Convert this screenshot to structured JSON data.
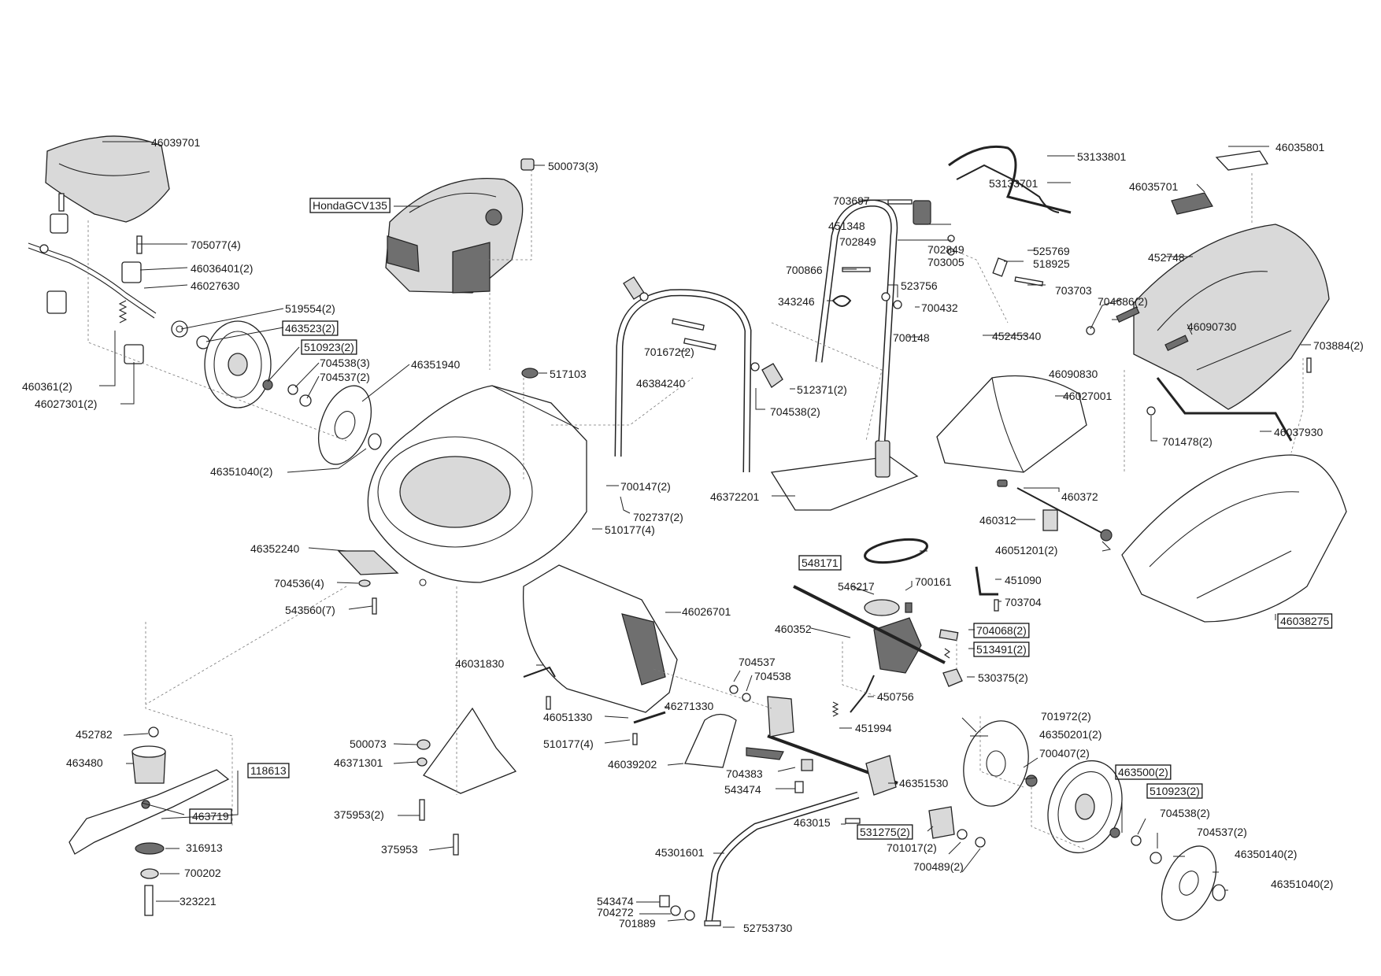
{
  "labels": [
    {
      "id": "l1",
      "text": "46039701"
    },
    {
      "id": "l2",
      "text": "705077(4)"
    },
    {
      "id": "l3",
      "text": "46036401(2)"
    },
    {
      "id": "l4",
      "text": "46027630"
    },
    {
      "id": "l5",
      "text": "519554(2)"
    },
    {
      "id": "l6",
      "text": "463523(2)",
      "boxed": true
    },
    {
      "id": "l7",
      "text": "510923(2)",
      "boxed": true
    },
    {
      "id": "l8",
      "text": "704538(3)"
    },
    {
      "id": "l9",
      "text": "704537(2)"
    },
    {
      "id": "l10",
      "text": "46351940"
    },
    {
      "id": "l11",
      "text": "460361(2)"
    },
    {
      "id": "l12",
      "text": "46027301(2)"
    },
    {
      "id": "l13",
      "text": "46351040(2)"
    },
    {
      "id": "l14",
      "text": "HondaGCV135",
      "boxed": true
    },
    {
      "id": "l15",
      "text": "500073(3)"
    },
    {
      "id": "l16",
      "text": "517103"
    },
    {
      "id": "l17",
      "text": "46352240"
    },
    {
      "id": "l18",
      "text": "704536(4)"
    },
    {
      "id": "l19",
      "text": "543560(7)"
    },
    {
      "id": "l20",
      "text": "700147(2)"
    },
    {
      "id": "l21",
      "text": "702737(2)"
    },
    {
      "id": "l22",
      "text": "510177(4)"
    },
    {
      "id": "l23",
      "text": "701672(2)"
    },
    {
      "id": "l24",
      "text": "46384240"
    },
    {
      "id": "l25",
      "text": "512371(2)"
    },
    {
      "id": "l26",
      "text": "704538(2)"
    },
    {
      "id": "l27",
      "text": "46372201"
    },
    {
      "id": "l28",
      "text": "703697"
    },
    {
      "id": "l29",
      "text": "451348"
    },
    {
      "id": "l30",
      "text": "702849"
    },
    {
      "id": "l31",
      "text": "702849"
    },
    {
      "id": "l32",
      "text": "703005"
    },
    {
      "id": "l33",
      "text": "700866"
    },
    {
      "id": "l34",
      "text": "523756"
    },
    {
      "id": "l35",
      "text": "343246"
    },
    {
      "id": "l36",
      "text": "700432"
    },
    {
      "id": "l37",
      "text": "700148"
    },
    {
      "id": "l38",
      "text": "45245340"
    },
    {
      "id": "l39",
      "text": "53133801"
    },
    {
      "id": "l40",
      "text": "53133701"
    },
    {
      "id": "l41",
      "text": "525769"
    },
    {
      "id": "l42",
      "text": "518925"
    },
    {
      "id": "l43",
      "text": "703703"
    },
    {
      "id": "l44",
      "text": "46035801"
    },
    {
      "id": "l45",
      "text": "46035701"
    },
    {
      "id": "l46",
      "text": "452748"
    },
    {
      "id": "l47",
      "text": "704686(2)"
    },
    {
      "id": "l48",
      "text": "46090730"
    },
    {
      "id": "l49",
      "text": "703884(2)"
    },
    {
      "id": "l50",
      "text": "46090830"
    },
    {
      "id": "l51",
      "text": "46027001"
    },
    {
      "id": "l52",
      "text": "701478(2)"
    },
    {
      "id": "l53",
      "text": "46037930"
    },
    {
      "id": "l54",
      "text": "460372"
    },
    {
      "id": "l55",
      "text": "460312"
    },
    {
      "id": "l56",
      "text": "46051201(2)"
    },
    {
      "id": "l57",
      "text": "548171",
      "boxed": true
    },
    {
      "id": "l58",
      "text": "546217"
    },
    {
      "id": "l59",
      "text": "700161"
    },
    {
      "id": "l60",
      "text": "451090"
    },
    {
      "id": "l61",
      "text": "703704"
    },
    {
      "id": "l62",
      "text": "460352"
    },
    {
      "id": "l63",
      "text": "704068(2)",
      "boxed": true
    },
    {
      "id": "l64",
      "text": "513491(2)",
      "boxed": true
    },
    {
      "id": "l65",
      "text": "530375(2)"
    },
    {
      "id": "l66",
      "text": "450756"
    },
    {
      "id": "l67",
      "text": "451994"
    },
    {
      "id": "l68",
      "text": "46038275",
      "boxed": true
    },
    {
      "id": "l69",
      "text": "46026701"
    },
    {
      "id": "l70",
      "text": "46031830"
    },
    {
      "id": "l71",
      "text": "46051330"
    },
    {
      "id": "l72",
      "text": "46271330"
    },
    {
      "id": "l73",
      "text": "510177(4)"
    },
    {
      "id": "l74",
      "text": "704537"
    },
    {
      "id": "l75",
      "text": "704538"
    },
    {
      "id": "l76",
      "text": "46039202"
    },
    {
      "id": "l77",
      "text": "704383"
    },
    {
      "id": "l78",
      "text": "543474"
    },
    {
      "id": "l79",
      "text": "46351530"
    },
    {
      "id": "l80",
      "text": "701972(2)"
    },
    {
      "id": "l81",
      "text": "46350201(2)"
    },
    {
      "id": "l82",
      "text": "700407(2)"
    },
    {
      "id": "l83",
      "text": "463500(2)",
      "boxed": true
    },
    {
      "id": "l84",
      "text": "510923(2)",
      "boxed": true
    },
    {
      "id": "l85",
      "text": "704538(2)"
    },
    {
      "id": "l86",
      "text": "704537(2)"
    },
    {
      "id": "l87",
      "text": "46350140(2)"
    },
    {
      "id": "l88",
      "text": "46351040(2)"
    },
    {
      "id": "l89",
      "text": "463015"
    },
    {
      "id": "l90",
      "text": "531275(2)",
      "boxed": true
    },
    {
      "id": "l91",
      "text": "701017(2)"
    },
    {
      "id": "l92",
      "text": "700489(2)"
    },
    {
      "id": "l93",
      "text": "45301601"
    },
    {
      "id": "l94",
      "text": "543474"
    },
    {
      "id": "l95",
      "text": "704272"
    },
    {
      "id": "l96",
      "text": "701889"
    },
    {
      "id": "l97",
      "text": "52753730"
    },
    {
      "id": "l98",
      "text": "452782"
    },
    {
      "id": "l99",
      "text": "463480"
    },
    {
      "id": "l100",
      "text": "118613",
      "boxed": true
    },
    {
      "id": "l101",
      "text": "463719",
      "boxed": true
    },
    {
      "id": "l102",
      "text": "316913"
    },
    {
      "id": "l103",
      "text": "700202"
    },
    {
      "id": "l104",
      "text": "323221"
    },
    {
      "id": "l105",
      "text": "500073"
    },
    {
      "id": "l106",
      "text": "46371301"
    },
    {
      "id": "l107",
      "text": "375953(2)"
    },
    {
      "id": "l108",
      "text": "375953"
    }
  ]
}
